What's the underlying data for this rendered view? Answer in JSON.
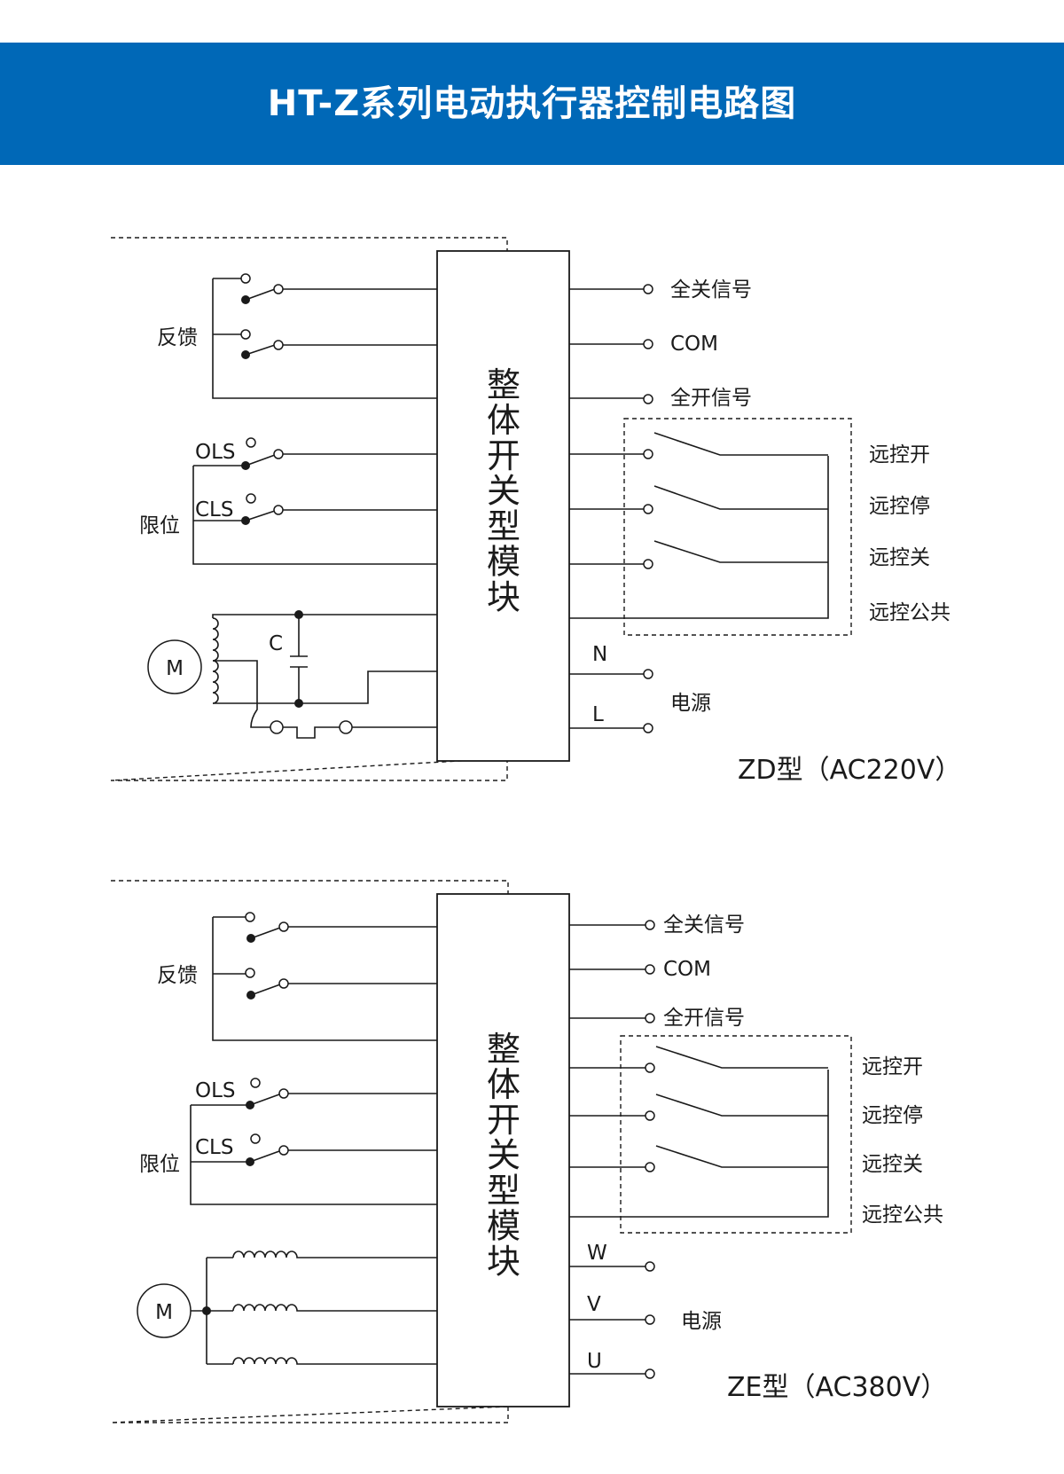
{
  "header": {
    "title": "HT-Z系列电动执行器控制电路图",
    "background": "#0068b7"
  },
  "diagrams": [
    {
      "module": "整体开关型模块",
      "feedback": "反馈",
      "limit": "限位",
      "ols": "OLS",
      "cls": "CLS",
      "motor": "M",
      "capacitor": "C",
      "signals": [
        "全关信号",
        "COM",
        "全开信号"
      ],
      "remote": [
        "远控开",
        "远控停",
        "远控关",
        "远控公共"
      ],
      "power_terminals": [
        "N",
        "L"
      ],
      "power": "电源",
      "model": "ZD型（AC220V）"
    },
    {
      "module": "整体开关型模块",
      "feedback": "反馈",
      "limit": "限位",
      "ols": "OLS",
      "cls": "CLS",
      "motor": "M",
      "signals": [
        "全关信号",
        "COM",
        "全开信号"
      ],
      "remote": [
        "远控开",
        "远控停",
        "远控关",
        "远控公共"
      ],
      "power_terminals": [
        "W",
        "V",
        "U"
      ],
      "power": "电源",
      "model": "ZE型（AC380V）"
    }
  ]
}
